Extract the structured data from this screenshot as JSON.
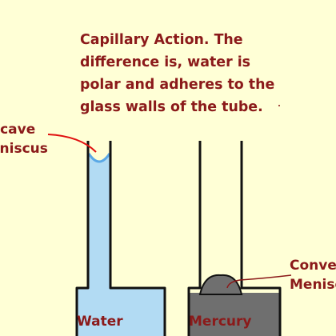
{
  "caption": {
    "line1": "Capillary Action. The",
    "line2": "difference is, water is",
    "line3": "polar and adheres to the",
    "line4": "glass walls of the tube."
  },
  "labels": {
    "concave_line1": "ncave",
    "concave_line2": "eniscus",
    "convex_line1": "Convex",
    "convex_line2": "Menisc",
    "water": "Water",
    "mercury": "Mercury"
  },
  "colors": {
    "background": "#ffffd6",
    "text": "#8b1a1a",
    "pointer": "#e01010",
    "water": "#b2dbf3",
    "water_meniscus": "#5aa8e6",
    "mercury": "#6f6f6f",
    "outline": "#111111"
  }
}
